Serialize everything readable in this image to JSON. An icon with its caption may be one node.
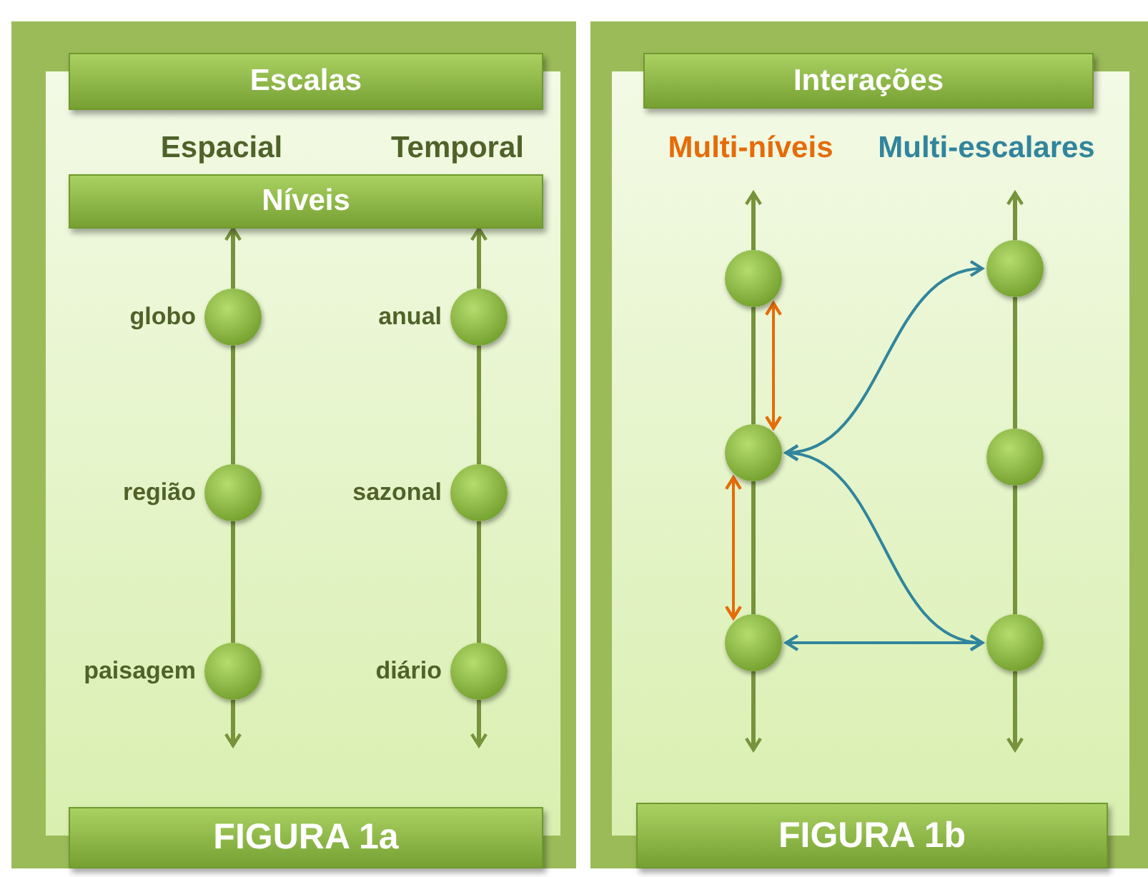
{
  "diagram": {
    "nodes": [
      {
        "text": [],
        "shape": "box"
      },
      {
        "text": [
          "Escalas"
        ],
        "in": 0
      },
      {
        "text": [
          "Níveis"
        ],
        "in": 0
      },
      {
        "text": [],
        "shape": "circle",
        "in": 0,
        "beside": [
          "globo"
        ]
      },
      {
        "text": [],
        "shape": "circle",
        "in": 0,
        "beside": [
          "região"
        ]
      },
      {
        "text": [],
        "shape": "circle",
        "in": 0,
        "beside": [
          "paisagem"
        ]
      },
      {
        "text": [],
        "shape": "circle",
        "in": 0,
        "beside": [
          "anual"
        ]
      },
      {
        "text": [],
        "shape": "circle",
        "in": 0,
        "beside": [
          "sazonal"
        ]
      },
      {
        "text": [],
        "shape": "circle",
        "in": 0,
        "beside": [
          "diário"
        ]
      },
      {
        "text": [
          "FIGURA 1a"
        ],
        "in": 0
      },
      {
        "text": [],
        "shape": "box"
      },
      {
        "text": [
          "Interações"
        ],
        "in": 10
      },
      {
        "text": [],
        "shape": "circle",
        "in": 10
      },
      {
        "text": [],
        "shape": "circle",
        "in": 10
      },
      {
        "text": [],
        "shape": "circle",
        "in": 10
      },
      {
        "text": [],
        "shape": "circle",
        "in": 10
      },
      {
        "text": [],
        "shape": "circle",
        "in": 10
      },
      {
        "text": [],
        "shape": "circle",
        "in": 10
      },
      {
        "text": [
          "FIGURA 1b"
        ],
        "in": 10
      }
    ],
    "edges": [
      {
        "from": 3,
        "to": 2,
        "arrow": "to"
      },
      {
        "from": 3,
        "to": 4,
        "arrow": "none"
      },
      {
        "from": 4,
        "to": 5,
        "arrow": "none"
      },
      {
        "from": 5,
        "to": null,
        "arrow": "to"
      },
      {
        "from": 6,
        "to": 2,
        "arrow": "to"
      },
      {
        "from": 6,
        "to": 7,
        "arrow": "none"
      },
      {
        "from": 7,
        "to": 8,
        "arrow": "none"
      },
      {
        "from": 8,
        "to": null,
        "arrow": "to"
      },
      {
        "from": 12,
        "to": null,
        "arrow": "to"
      },
      {
        "from": 12,
        "to": 13,
        "arrow": "none"
      },
      {
        "from": 13,
        "to": 14,
        "arrow": "none"
      },
      {
        "from": 14,
        "to": null,
        "arrow": "to"
      },
      {
        "from": 15,
        "to": null,
        "arrow": "to"
      },
      {
        "from": 15,
        "to": 16,
        "arrow": "none"
      },
      {
        "from": 16,
        "to": 17,
        "arrow": "none"
      },
      {
        "from": 17,
        "to": null,
        "arrow": "to"
      },
      {
        "from": 12,
        "to": 13,
        "arrow": "both",
        "color": "#e46c0a"
      },
      {
        "from": 13,
        "to": 14,
        "arrow": "both",
        "color": "#e46c0a"
      },
      {
        "from": 13,
        "to": 15,
        "arrow": "both",
        "color": "#31859c"
      },
      {
        "from": 13,
        "to": 17,
        "arrow": "both",
        "color": "#31859c"
      },
      {
        "from": 14,
        "to": 17,
        "arrow": "both",
        "color": "#31859c"
      }
    ],
    "labels": [
      "Espacial",
      "Temporal",
      "Multi-níveis",
      "Multi-escalares"
    ]
  }
}
